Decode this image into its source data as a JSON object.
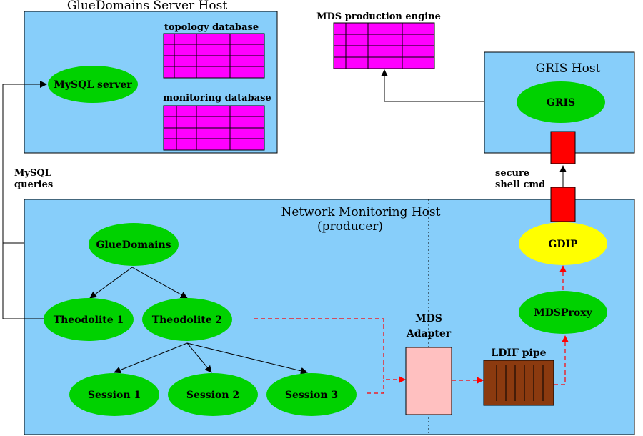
{
  "hosts": {
    "gluedomains_server": {
      "title": "GlueDomains Server Host"
    },
    "gris": {
      "title": "GRIS Host"
    },
    "network_monitoring": {
      "title_line1": "Network Monitoring Host",
      "title_line2": "(producer)"
    }
  },
  "labels": {
    "topology_db": "topology database",
    "monitoring_db": "monitoring database",
    "mds_engine": "MDS production engine",
    "mysql_queries_line1": "MySQL",
    "mysql_queries_line2": "queries",
    "secure_shell_line1": "secure",
    "secure_shell_line2": "shell cmd",
    "mds_adapter_line1": "MDS",
    "mds_adapter_line2": "Adapter",
    "ldif_pipe": "LDIF pipe"
  },
  "nodes": {
    "mysql_server": "MySQL server",
    "gris": "GRIS",
    "gdip": "GDIP",
    "mdsproxy": "MDSProxy",
    "gluedomains": "GlueDomains",
    "theodolite1": "Theodolite 1",
    "theodolite2": "Theodolite 2",
    "session1": "Session 1",
    "session2": "Session 2",
    "session3": "Session 3"
  },
  "colors": {
    "host_fill": "#87cefa",
    "node_fill": "#00d200",
    "gdip_fill": "#ffff00",
    "db_fill": "#ff00ff",
    "tunnel_fill": "#ff0000",
    "adapter_fill": "#ffc0c0",
    "pipe_fill": "#8b3a0f",
    "flow_color": "#ff0000"
  }
}
